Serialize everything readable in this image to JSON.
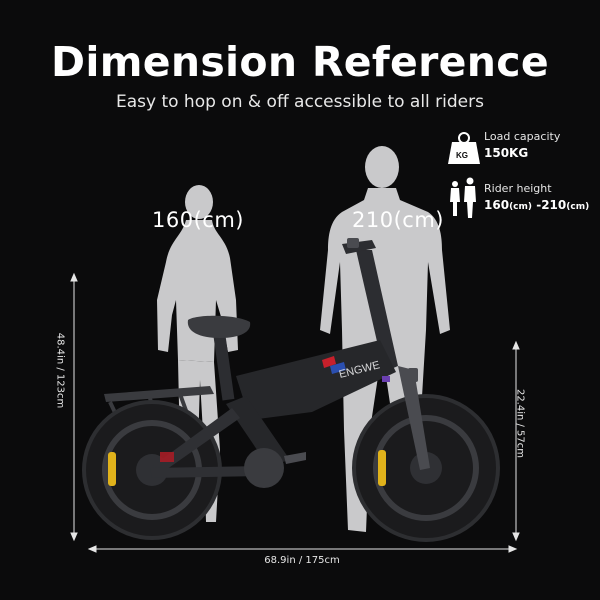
{
  "header": {
    "title": "Dimension Reference",
    "subtitle": "Easy to hop on & off accessible to all riders"
  },
  "riders": [
    {
      "height_label": "160(cm)"
    },
    {
      "height_label": "210(cm)"
    }
  ],
  "specs": {
    "load": {
      "icon_text": "KG",
      "label": "Load capacity",
      "value": "150KG"
    },
    "rider_height": {
      "label": "Rider height",
      "min": "160",
      "max": "210",
      "unit": "(cm)",
      "separator": " -"
    }
  },
  "dimensions": {
    "height": "48.4in / 123cm",
    "seat_height": "22.4in / 57cm",
    "length": "68.9in / 175cm"
  },
  "bike": {
    "brand_mark": "ENGWE"
  },
  "colors": {
    "background": "#0b0b0c",
    "silhouette": "#c9c9cb",
    "bike_body": "#26272a",
    "tire": "#1b1b1d",
    "accent_yellow": "#e0b21b",
    "accent_red": "#c8202b",
    "accent_blue": "#2b4fb0"
  }
}
